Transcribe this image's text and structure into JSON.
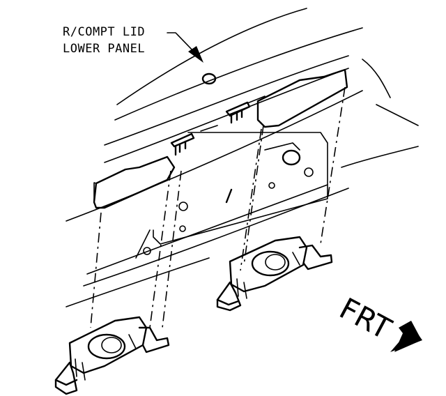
{
  "callout": {
    "line1": "R/COMPT LID",
    "line2": "LOWER PANEL"
  },
  "direction_label": "FRT"
}
